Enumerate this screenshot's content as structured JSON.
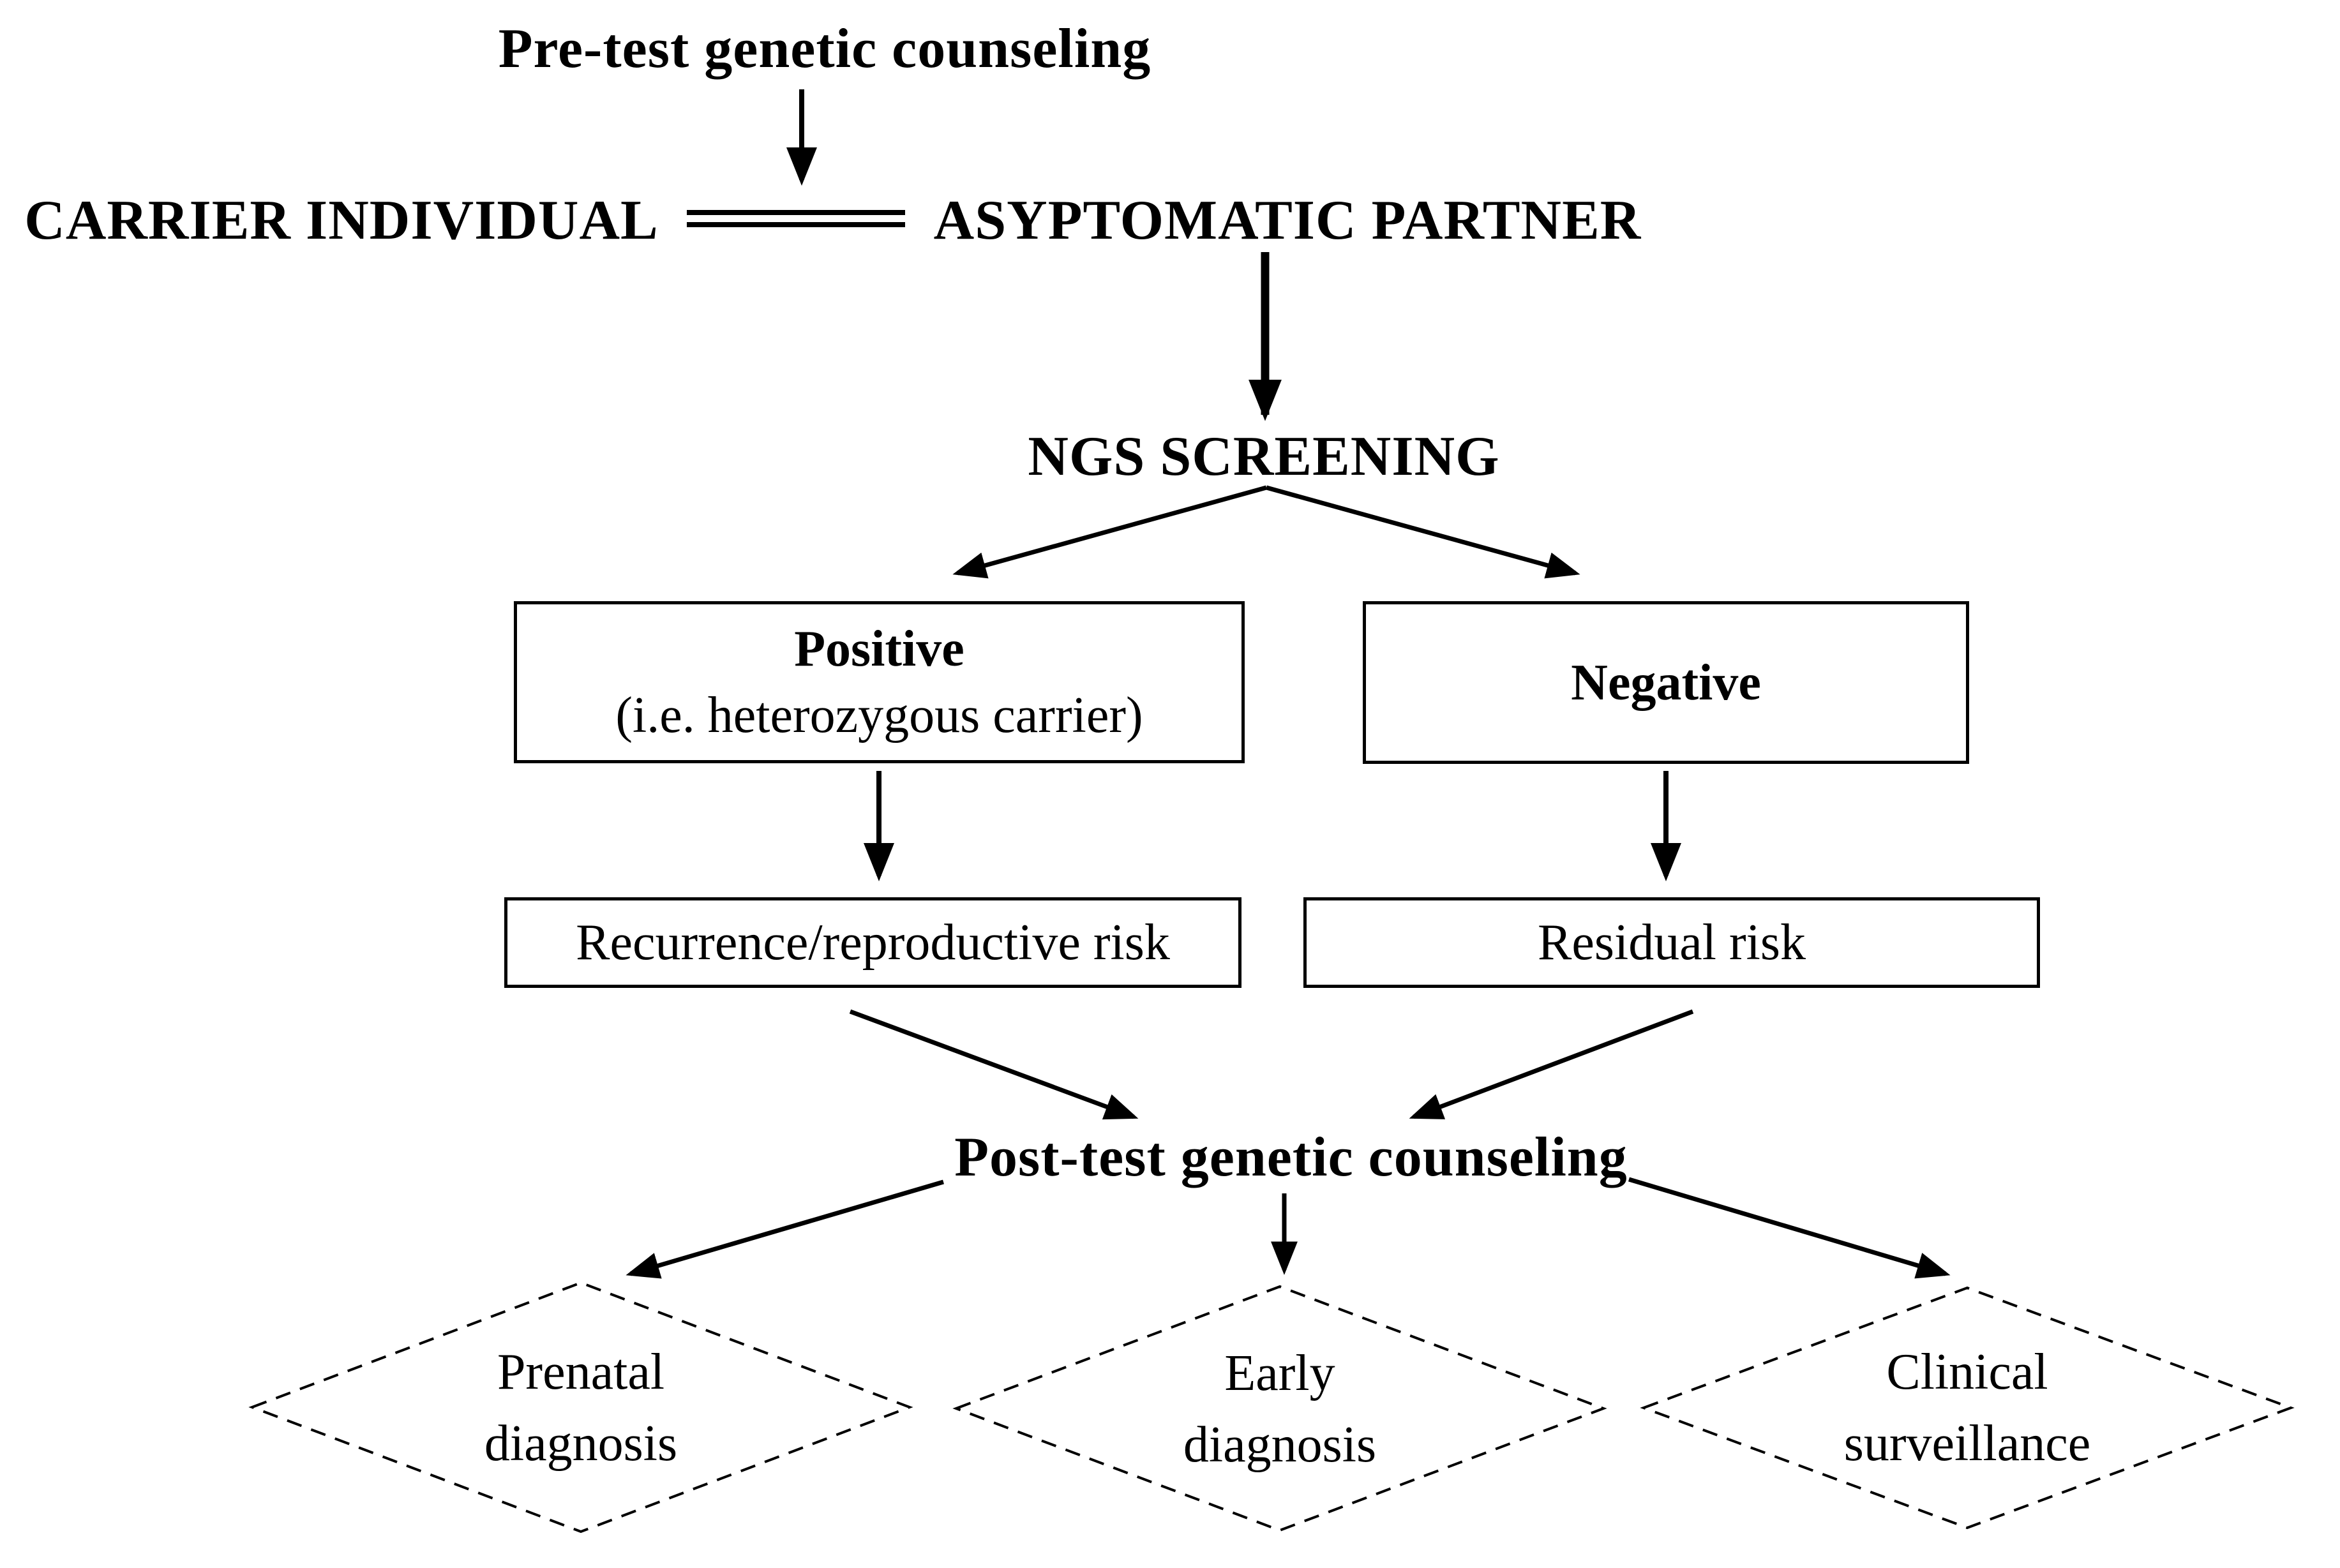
{
  "figure": {
    "colors": {
      "ink": "#000000",
      "background": "#ffffff"
    },
    "pretest_label": "Pre-test genetic counseling",
    "carrier_label": "CARRIER INDIVIDUAL",
    "partner_label": "ASYPTOMATIC PARTNER",
    "screening_label": "NGS SCREENING",
    "positive_box": {
      "title": "Positive",
      "subtitle": "(i.e. heterozygous carrier)"
    },
    "negative_box": {
      "title": "Negative"
    },
    "recurrence_box": {
      "label": "Recurrence/reproductive risk"
    },
    "residual_box": {
      "label": "Residual risk"
    },
    "posttest_label": "Post-test genetic counseling",
    "outcome_diamonds": [
      {
        "line1": "Prenatal",
        "line2": "diagnosis"
      },
      {
        "line1": "Early",
        "line2": "diagnosis"
      },
      {
        "line1": "Clinical",
        "line2": "surveillance"
      }
    ]
  }
}
